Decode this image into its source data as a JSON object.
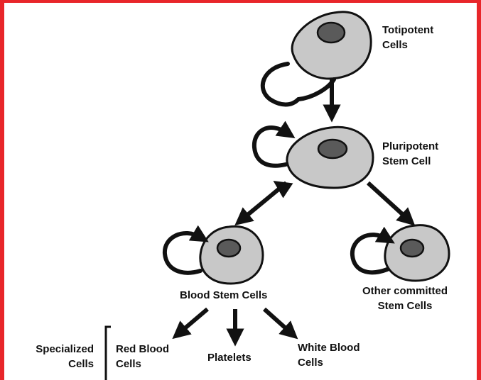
{
  "colors": {
    "frame": "#e8262a",
    "cell_fill": "#c8c8c8",
    "nucleus_fill": "#5a5a5a",
    "stroke": "#111111"
  },
  "labels": {
    "totipotent": [
      "Totipotent",
      "Cells"
    ],
    "pluripotent": [
      "Pluripotent",
      "Stem Cell"
    ],
    "blood_stem": "Blood Stem Cells",
    "other_committed": [
      "Other committed",
      "Stem Cells"
    ],
    "specialized": [
      "Specialized",
      "Cells"
    ],
    "red_blood": [
      "Red Blood",
      "Cells"
    ],
    "platelets": "Platelets",
    "white_blood": [
      "White Blood",
      "Cells"
    ]
  }
}
